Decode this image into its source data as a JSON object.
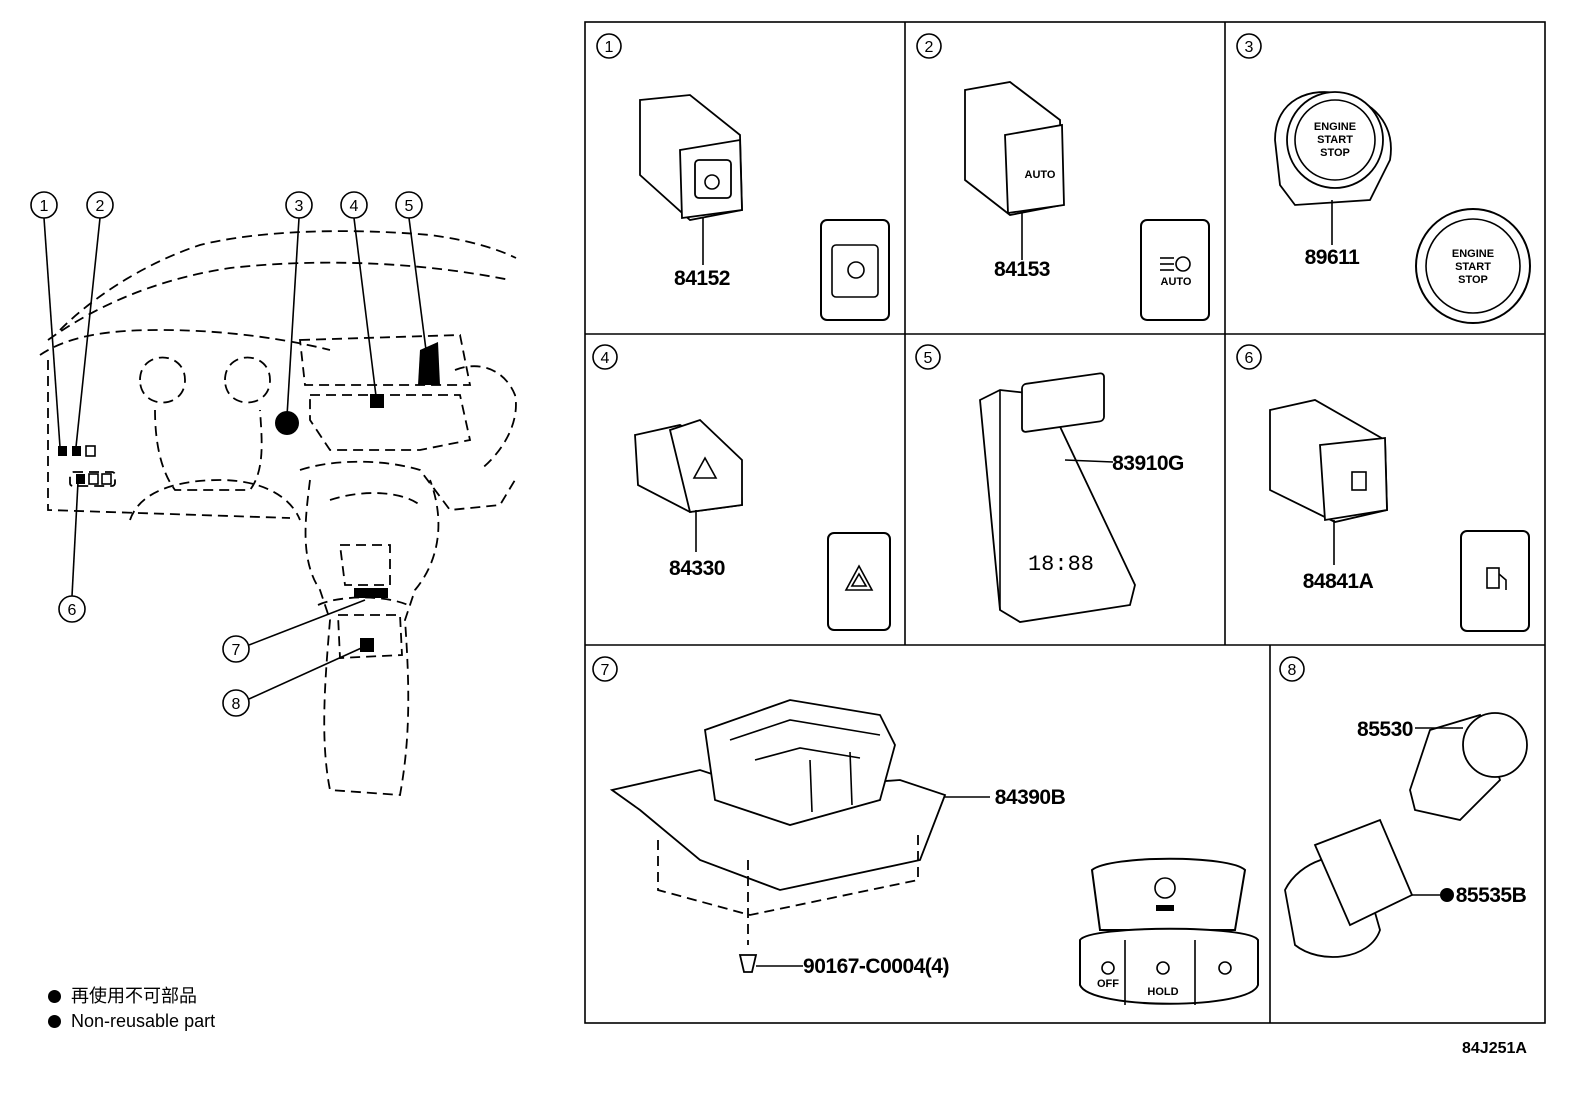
{
  "callouts": [
    "1",
    "2",
    "3",
    "4",
    "5",
    "6",
    "7",
    "8"
  ],
  "panels": {
    "p1": {
      "number": "1",
      "part_no": "84152"
    },
    "p2": {
      "number": "2",
      "part_no": "84153",
      "icon_text": "AUTO"
    },
    "p3": {
      "number": "3",
      "part_no": "89611",
      "button_lines": [
        "ENGINE",
        "START",
        "STOP"
      ]
    },
    "p4": {
      "number": "4",
      "part_no": "84330"
    },
    "p5": {
      "number": "5",
      "part_no": "83910G",
      "clock_text": "18:88"
    },
    "p6": {
      "number": "6",
      "part_no": "84841A"
    },
    "p7": {
      "number": "7",
      "part_no": "84390B",
      "screw_no": "90167-C0004(4)",
      "btn_labels": [
        "OFF",
        "HOLD"
      ]
    },
    "p8": {
      "number": "8",
      "part_no_a": "85530",
      "part_no_b": "85535B"
    }
  },
  "legend": {
    "ja": "再使用不可部品",
    "en": "Non-reusable part"
  },
  "drawing_code": "84J251A"
}
